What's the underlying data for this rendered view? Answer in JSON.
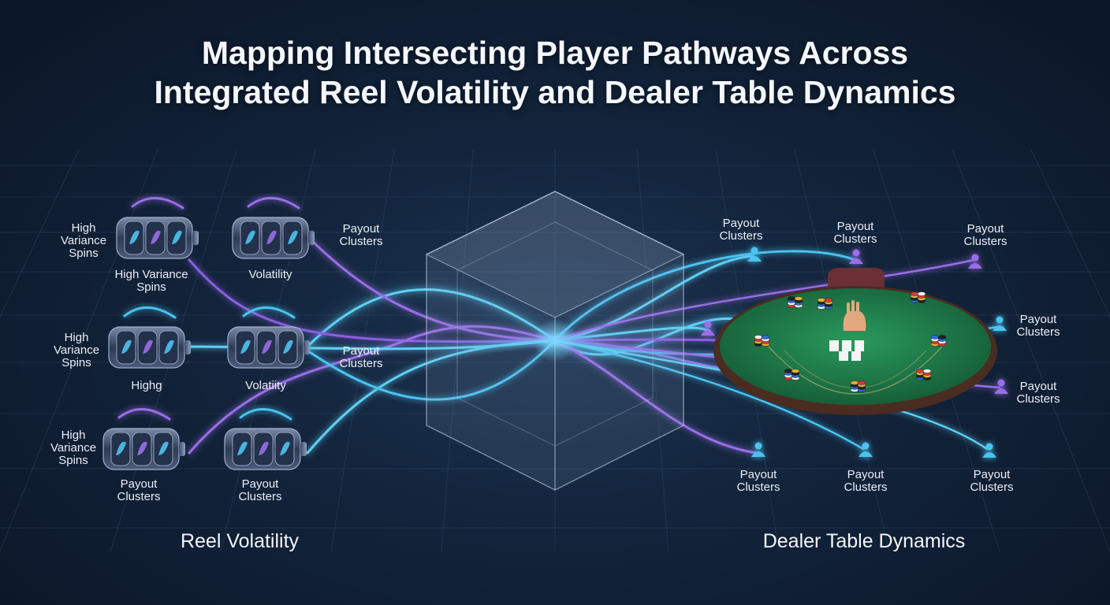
{
  "title": {
    "line1": "Mapping Intersecting Player Pathways Across",
    "line2": "Integrated Reel Volatility and Dealer Table Dynamics"
  },
  "sections": {
    "left": "Reel Volatility",
    "right": "Dealer Table Dynamics"
  },
  "reel_labels": {
    "r1_left": "High\nVariance\nSpins",
    "r1_below": "High Variance\nSpins",
    "r1_mid": "Volatility",
    "r1_right": "Payout\nClusters",
    "r2_left": "High\nVariance\nSpins",
    "r2_below": "Highg",
    "r2_mid": "Volatiity",
    "r2_right": "Payout\nClusters",
    "r3_left": "High\nVariance\nSpins",
    "r3_below": "Payout\nClusters",
    "r3_mid": "Payout\nClusters"
  },
  "table_labels": {
    "top_left": "Payout\nClusters",
    "top_mid": "Payout\nClusters",
    "top_right": "Payout\nClusters",
    "right_upper": "Payout\nClusters",
    "right_lower": "Payout\nClusters",
    "bottom_left": "Payout\nClusters",
    "bottom_mid": "Payout\nClusters",
    "bottom_right": "Payout\nClusters"
  },
  "colors": {
    "cyan": "#4cc3f0",
    "violet": "#9a6ee8",
    "felt": "#1f7a4a",
    "table_rim": "#5a3a2a"
  },
  "icons": [
    "slot-reel-icon",
    "player-icon",
    "dealer-hand-icon",
    "chip-stack-icon",
    "playing-card-icon"
  ]
}
